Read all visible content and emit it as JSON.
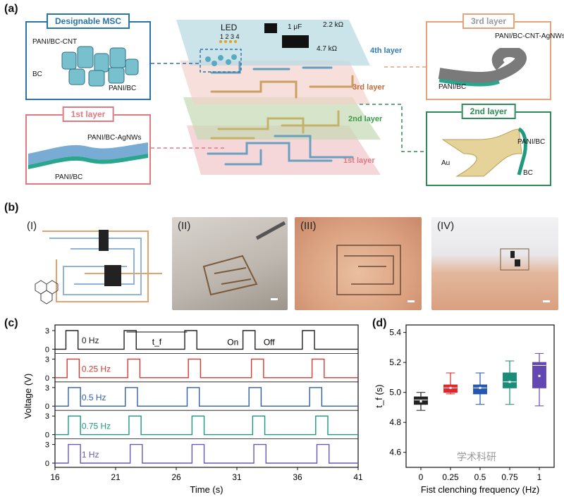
{
  "panel_a": {
    "label": "(a)",
    "msc": {
      "title": "Designable MSC",
      "labels": [
        "PANI/BC-CNT",
        "BC",
        "PANI/BC"
      ]
    },
    "first": {
      "title": "1st layer",
      "labels": [
        "PANI/BC-AgNWs",
        "PANI/BC"
      ]
    },
    "third": {
      "title": "3rd layer",
      "labels": [
        "PANI/BC-CNT-AgNWs",
        "PANI/BC"
      ]
    },
    "second": {
      "title": "2nd layer",
      "labels": [
        "PANI/BC",
        "Au",
        "BC"
      ]
    },
    "stack": {
      "layer_names": [
        "4th layer",
        "3rd layer",
        "2nd layer",
        "1st layer"
      ],
      "component_labels": [
        "LED",
        "1 2 3 4",
        "1 μF",
        "2.2 kΩ",
        "4.7 kΩ"
      ]
    }
  },
  "panel_b": {
    "label": "(b)",
    "images": [
      "(I)",
      "(II)",
      "(III)",
      "(IV)"
    ]
  },
  "panel_c": {
    "label": "(c)"
  },
  "panel_d": {
    "label": "(d)"
  },
  "watermark": "学术科研",
  "chart_data": [
    {
      "type": "line",
      "title": "",
      "xlabel": "Time (s)",
      "ylabel": "Voltage (V)",
      "xlim": [
        16,
        41
      ],
      "xticks": [
        16,
        21,
        26,
        31,
        36,
        41
      ],
      "yticks": [
        0,
        3
      ],
      "annotations": [
        "t_f",
        "On",
        "Off"
      ],
      "series": [
        {
          "name": "0 Hz",
          "color": "#222222",
          "pulses": [
            [
              16.9,
              17.9
            ],
            [
              21.7,
              22.7
            ],
            [
              26.7,
              27.7
            ],
            [
              31.5,
              32.5
            ],
            [
              36.4,
              37.4
            ]
          ]
        },
        {
          "name": "0.25 Hz",
          "color": "#d13b32",
          "pulses": [
            [
              17.0,
              18.0
            ],
            [
              22.0,
              23.0
            ],
            [
              27.0,
              28.0
            ],
            [
              32.2,
              33.2
            ],
            [
              37.2,
              38.2
            ]
          ]
        },
        {
          "name": "0.5 Hz",
          "color": "#2f5ea9",
          "pulses": [
            [
              17.1,
              18.1
            ],
            [
              21.8,
              22.8
            ],
            [
              26.9,
              27.9
            ],
            [
              32.0,
              33.0
            ],
            [
              37.0,
              38.0
            ]
          ]
        },
        {
          "name": "0.75 Hz",
          "color": "#1a9a80",
          "pulses": [
            [
              17.1,
              18.1
            ],
            [
              22.1,
              23.1
            ],
            [
              27.3,
              28.3
            ],
            [
              32.3,
              33.3
            ],
            [
              37.5,
              38.5
            ]
          ]
        },
        {
          "name": "1 Hz",
          "color": "#6c57b8",
          "pulses": [
            [
              17.1,
              18.1
            ],
            [
              22.2,
              23.2
            ],
            [
              27.3,
              28.3
            ],
            [
              32.4,
              33.4
            ],
            [
              37.6,
              38.6
            ]
          ]
        }
      ]
    },
    {
      "type": "box",
      "title": "",
      "xlabel": "Fist clenching frequency (Hz)",
      "ylabel": "t_f (s)",
      "ylim": [
        4.5,
        5.45
      ],
      "yticks": [
        4.6,
        4.8,
        5.0,
        5.2,
        5.4
      ],
      "categories": [
        "0",
        "0.25",
        "0.5",
        "0.75",
        "1"
      ],
      "boxes": [
        {
          "min": 4.88,
          "q1": 4.92,
          "median": 4.95,
          "mean": 4.94,
          "q3": 4.97,
          "max": 5.0,
          "color": "#222222"
        },
        {
          "min": 4.99,
          "q1": 5.0,
          "median": 5.03,
          "mean": 5.03,
          "q3": 5.05,
          "max": 5.13,
          "color": "#e0262a"
        },
        {
          "min": 4.92,
          "q1": 4.99,
          "median": 5.03,
          "mean": 5.03,
          "q3": 5.05,
          "max": 5.13,
          "color": "#2457b2"
        },
        {
          "min": 4.92,
          "q1": 5.03,
          "median": 5.07,
          "mean": 5.07,
          "q3": 5.13,
          "max": 5.21,
          "color": "#1a8d7a"
        },
        {
          "min": 4.91,
          "q1": 5.03,
          "median": 5.18,
          "mean": 5.11,
          "q3": 5.2,
          "max": 5.26,
          "color": "#6347b2"
        }
      ]
    }
  ]
}
